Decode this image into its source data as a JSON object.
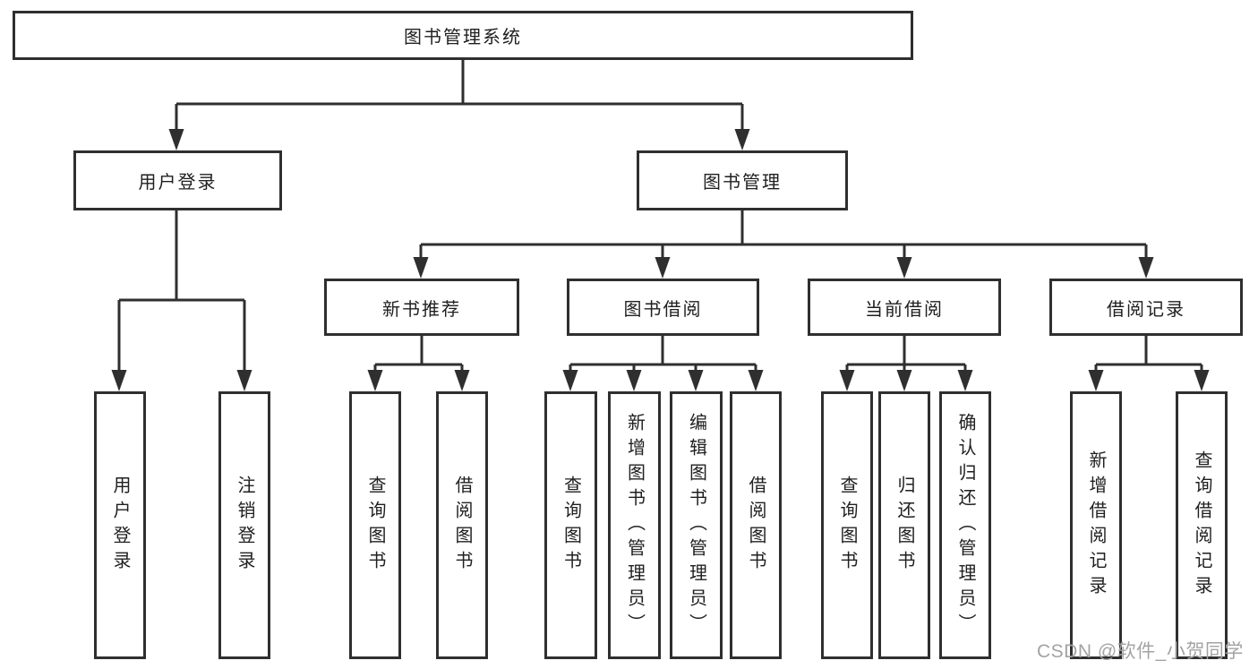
{
  "title": "图书管理系统",
  "nodes": {
    "root": "图书管理系统",
    "user_login_group": "用户登录",
    "book_management": "图书管理",
    "new_book_recommend": "新书推荐",
    "book_borrow": "图书借阅",
    "current_borrow": "当前借阅",
    "borrow_records": "借阅记录",
    "leaves": {
      "user_login": [
        "用户登录",
        "注销登录"
      ],
      "new_book_recommend": [
        "查询图书",
        "借阅图书"
      ],
      "book_borrow": [
        "查询图书",
        "新增图书（管理员）",
        "编辑图书（管理员）",
        "借阅图书"
      ],
      "current_borrow": [
        "查询图书",
        "归还图书",
        "确认归还（管理员）"
      ],
      "borrow_records": [
        "新增借阅记录",
        "查询借阅记录"
      ]
    }
  },
  "watermark": "CSDN @软件_小贺同学",
  "colors": {
    "line": "#2f2f2f",
    "text": "#1f1f1f",
    "box_background": "#ffffff",
    "background": "#ffffff",
    "watermark": "#a3a3a3"
  }
}
